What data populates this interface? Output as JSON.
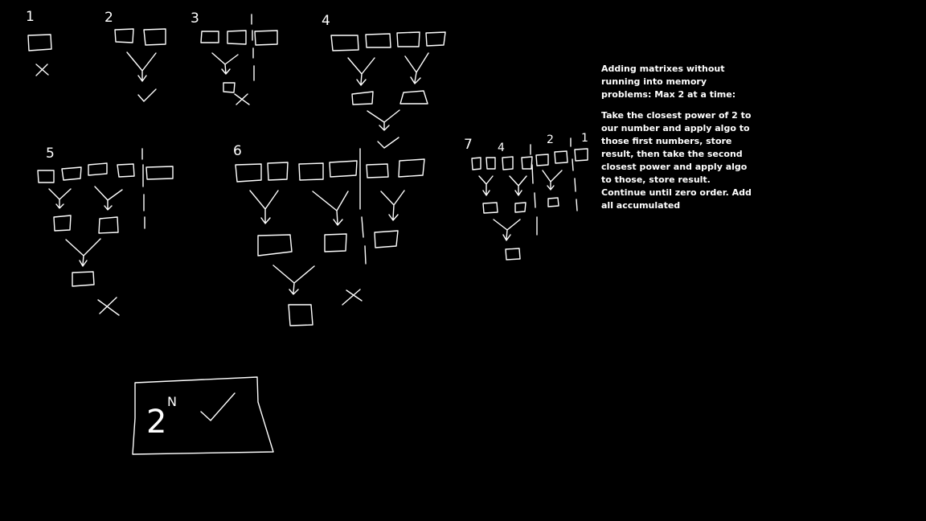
{
  "diagram": {
    "step_labels": [
      "1",
      "2",
      "3",
      "4",
      "5",
      "6",
      "7",
      "4",
      "2",
      "1"
    ],
    "formula": {
      "base": "2",
      "exponent": "N"
    }
  },
  "note": {
    "heading": "Adding matrixes without running into memory problems: Max 2 at a time:",
    "body": "Take the closest power of 2 to our number and apply algo to those first numbers, store result, then take the second closest power and apply algo to those, store result. Continue until zero order. Add all accumulated"
  },
  "colors": {
    "background": "#000000",
    "ink": "#ffffff"
  }
}
